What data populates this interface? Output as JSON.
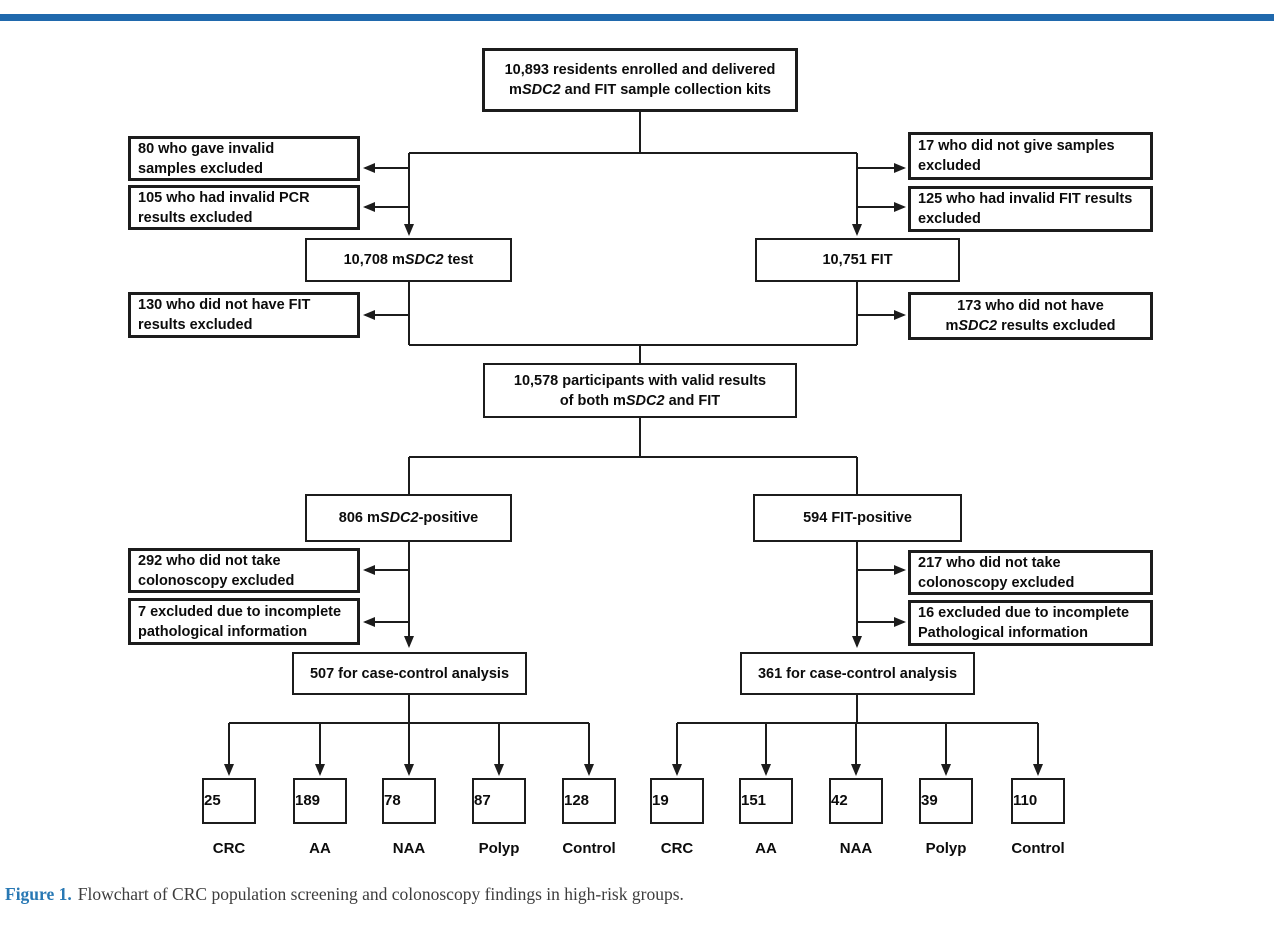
{
  "colors": {
    "top_bar": "#2069ad",
    "caption_accent": "#2878b4",
    "line": "#1c1c1c"
  },
  "flowchart": {
    "nodes": {
      "enrolled": {
        "text": [
          {
            "t": "10,893 residents enrolled and delivered\nm"
          },
          {
            "t": "SDC2",
            "i": true
          },
          {
            "t": " and FIT sample collection kits"
          }
        ]
      },
      "excl_invalid_samples": {
        "text": [
          {
            "t": "80 who gave invalid\nsamples excluded"
          }
        ]
      },
      "excl_invalid_pcr": {
        "text": [
          {
            "t": "105 who had invalid PCR\nresults excluded"
          }
        ]
      },
      "excl_no_samples": {
        "text": [
          {
            "t": "17 who did not give samples\nexcluded"
          }
        ]
      },
      "excl_invalid_fit": {
        "text": [
          {
            "t": "125 who had invalid FIT results\nexcluded"
          }
        ]
      },
      "msdc2_test": {
        "text": [
          {
            "t": "10,708 m"
          },
          {
            "t": "SDC2",
            "i": true
          },
          {
            "t": " test"
          }
        ]
      },
      "fit_test": {
        "text": [
          {
            "t": "10,751 FIT"
          }
        ]
      },
      "excl_no_fit_results": {
        "text": [
          {
            "t": "130 who did not have FIT\nresults excluded"
          }
        ]
      },
      "excl_no_msdc2_results": {
        "text": [
          {
            "t": "173 who did not have\nm"
          },
          {
            "t": "SDC2",
            "i": true
          },
          {
            "t": " results excluded"
          }
        ]
      },
      "valid_both": {
        "text": [
          {
            "t": "10,578 participants with valid results\nof both m"
          },
          {
            "t": "SDC2",
            "i": true
          },
          {
            "t": " and FIT"
          }
        ]
      },
      "msdc2_positive": {
        "text": [
          {
            "t": "806 m"
          },
          {
            "t": "SDC2",
            "i": true
          },
          {
            "t": "-positive"
          }
        ]
      },
      "fit_positive": {
        "text": [
          {
            "t": "594 FIT-positive"
          }
        ]
      },
      "excl_no_colonoscopy_left": {
        "text": [
          {
            "t": "292 who did not take\ncolonoscopy excluded"
          }
        ]
      },
      "excl_incomplete_path_left": {
        "text": [
          {
            "t": "7 excluded due to incomplete\npathological information"
          }
        ]
      },
      "excl_no_colonoscopy_right": {
        "text": [
          {
            "t": "217 who did not take\ncolonoscopy excluded"
          }
        ]
      },
      "excl_incomplete_path_right": {
        "text": [
          {
            "t": "16 excluded due to incomplete\nPathological information"
          }
        ]
      },
      "case_control_left": {
        "text": [
          {
            "t": "507 for case-control analysis"
          }
        ]
      },
      "case_control_right": {
        "text": [
          {
            "t": "361 for case-control analysis"
          }
        ]
      }
    },
    "outcomes_left": [
      {
        "count": "25",
        "label": "CRC"
      },
      {
        "count": "189",
        "label": "AA"
      },
      {
        "count": "78",
        "label": "NAA"
      },
      {
        "count": "87",
        "label": "Polyp"
      },
      {
        "count": "128",
        "label": "Control"
      }
    ],
    "outcomes_right": [
      {
        "count": "19",
        "label": "CRC"
      },
      {
        "count": "151",
        "label": "AA"
      },
      {
        "count": "42",
        "label": "NAA"
      },
      {
        "count": "39",
        "label": "Polyp"
      },
      {
        "count": "110",
        "label": "Control"
      }
    ]
  },
  "caption": {
    "prefix": "Figure 1.",
    "text": "Flowchart of CRC population screening and colonoscopy findings in high-risk groups."
  }
}
